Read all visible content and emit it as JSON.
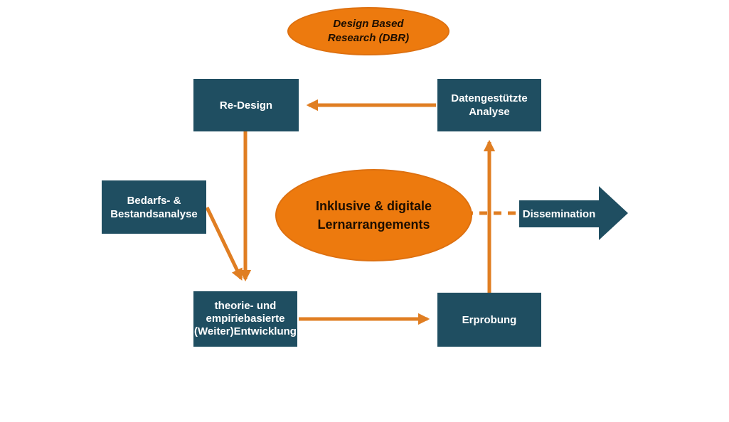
{
  "diagram": {
    "title": "Design Based Research cycle diagram",
    "colors": {
      "background": "#FFFFFF",
      "navy": "#1F4E61",
      "orange_fill": "#ED7A0E",
      "orange_border": "#DD7010",
      "orange_stroke": "#E07E22",
      "dark_text": "#1D0E00",
      "light_text": "#FFFFFF"
    },
    "dbr_ellipse": {
      "line1": "Design Based",
      "line2": "Research (DBR)"
    },
    "center_ellipse": {
      "line1": "Inklusive & digitale",
      "line2": "Lernarrangements"
    },
    "boxes": {
      "re_design": {
        "label": "Re-Design"
      },
      "daten_analyse": {
        "line1": "Datengestützte",
        "line2": "Analyse"
      },
      "bedarfs": {
        "line1": "Bedarfs- &",
        "line2": "Bestandsanalyse"
      },
      "entwicklung": {
        "line1": "theorie- und",
        "line2": "empiriebasierte",
        "line3": "(Weiter)Entwicklung"
      },
      "erprobung": {
        "label": "Erprobung"
      }
    },
    "dissemination": {
      "label": "Dissemination"
    },
    "edges": [
      {
        "from": "Datengestützte Analyse",
        "to": "Re-Design",
        "style": "solid-arrow"
      },
      {
        "from": "Re-Design",
        "to": "theorie- und empiriebasierte (Weiter)Entwicklung",
        "style": "solid-arrow"
      },
      {
        "from": "Bedarfs- & Bestandsanalyse",
        "to": "theorie- und empiriebasierte (Weiter)Entwicklung",
        "style": "solid-arrow"
      },
      {
        "from": "theorie- und empiriebasierte (Weiter)Entwicklung",
        "to": "Erprobung",
        "style": "solid-arrow"
      },
      {
        "from": "Erprobung",
        "to": "Datengestützte Analyse",
        "style": "solid-arrow"
      },
      {
        "from": "Inklusive & digitale Lernarrangements",
        "to": "Dissemination",
        "style": "dashed-line"
      }
    ]
  }
}
